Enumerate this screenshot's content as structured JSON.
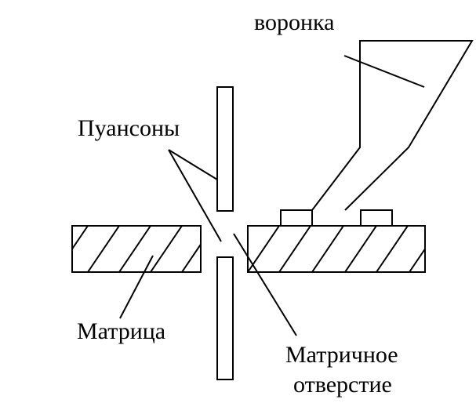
{
  "labels": {
    "hopper": "воронка",
    "punches": "Пуансоны",
    "die": "Матрица",
    "die_opening_line1": "Матричное",
    "die_opening_line2": "отверстие"
  }
}
